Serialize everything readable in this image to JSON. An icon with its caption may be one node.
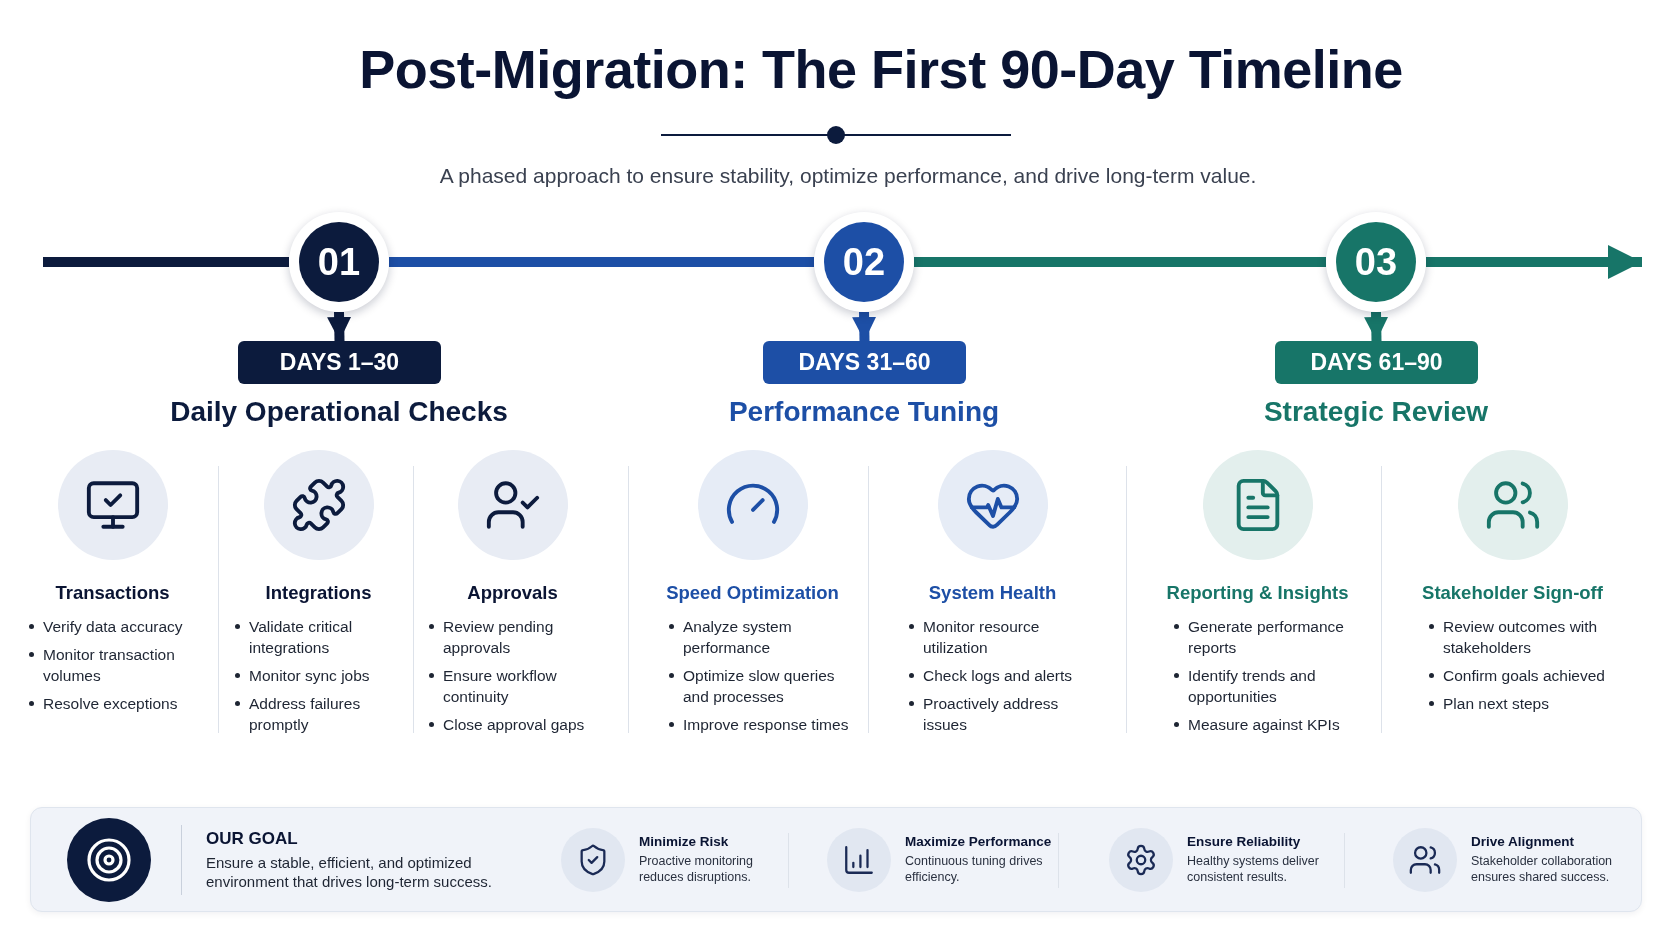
{
  "diagram": {
    "title": "Post-Migration: The First 90-Day Timeline",
    "nodes": [
      {
        "text": [
          "01"
        ]
      },
      {
        "text": [
          "DAYS 1–30"
        ],
        "beside": [
          "Daily Operational Checks"
        ]
      },
      {
        "text": [
          "Transactions",
          "Verify data accuracy",
          "Monitor transaction volumes",
          "Resolve exceptions"
        ]
      },
      {
        "text": [
          "Integrations",
          "Validate critical integrations",
          "Monitor sync jobs",
          "Address failures promptly"
        ]
      },
      {
        "text": [
          "Approvals",
          "Review pending approvals",
          "Ensure workflow continuity",
          "Close approval gaps"
        ]
      },
      {
        "text": [
          "02"
        ]
      },
      {
        "text": [
          "DAYS 31–60"
        ],
        "beside": [
          "Performance Tuning"
        ]
      },
      {
        "text": [
          "Speed Optimization",
          "Analyze system performance",
          "Optimize slow queries and processes",
          "Improve response times"
        ]
      },
      {
        "text": [
          "System Health",
          "Monitor resource utilization",
          "Check logs and alerts",
          "Proactively address issues"
        ]
      },
      {
        "text": [
          "03"
        ]
      },
      {
        "text": [
          "DAYS 61–90"
        ],
        "beside": [
          "Strategic Review"
        ]
      },
      {
        "text": [
          "Reporting & Insights",
          "Generate performance reports",
          "Identify trends and opportunities",
          "Measure against KPIs"
        ]
      },
      {
        "text": [
          "Stakeholder Sign-off",
          "Review outcomes with stakeholders",
          "Confirm goals achieved",
          "Plan next steps"
        ]
      },
      {
        "text": [],
        "shape": "box"
      },
      {
        "text": [
          "OUR GOAL",
          "Ensure a stable, efficient, and optimized environment that drives long-term success."
        ],
        "in": 13
      },
      {
        "text": [
          "Minimize Risk",
          "Proactive monitoring reduces disruptions."
        ],
        "in": 13
      },
      {
        "text": [
          "Maximize Performance",
          "Continuous tuning drives efficiency."
        ],
        "in": 13
      },
      {
        "text": [
          "Ensure Reliability",
          "Healthy systems deliver consistent results."
        ],
        "in": 13
      },
      {
        "text": [
          "Drive Alignment",
          "Stakeholder collaboration ensures shared success."
        ],
        "in": 13
      }
    ],
    "edges": [
      {
        "from": null,
        "to": 0,
        "arrow": "none",
        "color": "#0c1b3d"
      },
      {
        "from": 0,
        "to": 5,
        "arrow": "none",
        "color": "#1d4fa6"
      },
      {
        "from": 5,
        "to": 9,
        "arrow": "none",
        "color": "#177568"
      },
      {
        "from": 9,
        "to": null,
        "arrow": "to",
        "color": "#177568"
      },
      {
        "from": 0,
        "to": 1,
        "arrow": "to",
        "color": "#0c1b3d"
      },
      {
        "from": 5,
        "to": 6,
        "arrow": "to",
        "color": "#1d4fa6"
      },
      {
        "from": 9,
        "to": 10,
        "arrow": "to",
        "color": "#177568"
      }
    ],
    "labels": [
      "A phased approach to ensure stability, optimize performance, and drive long-term value."
    ]
  }
}
